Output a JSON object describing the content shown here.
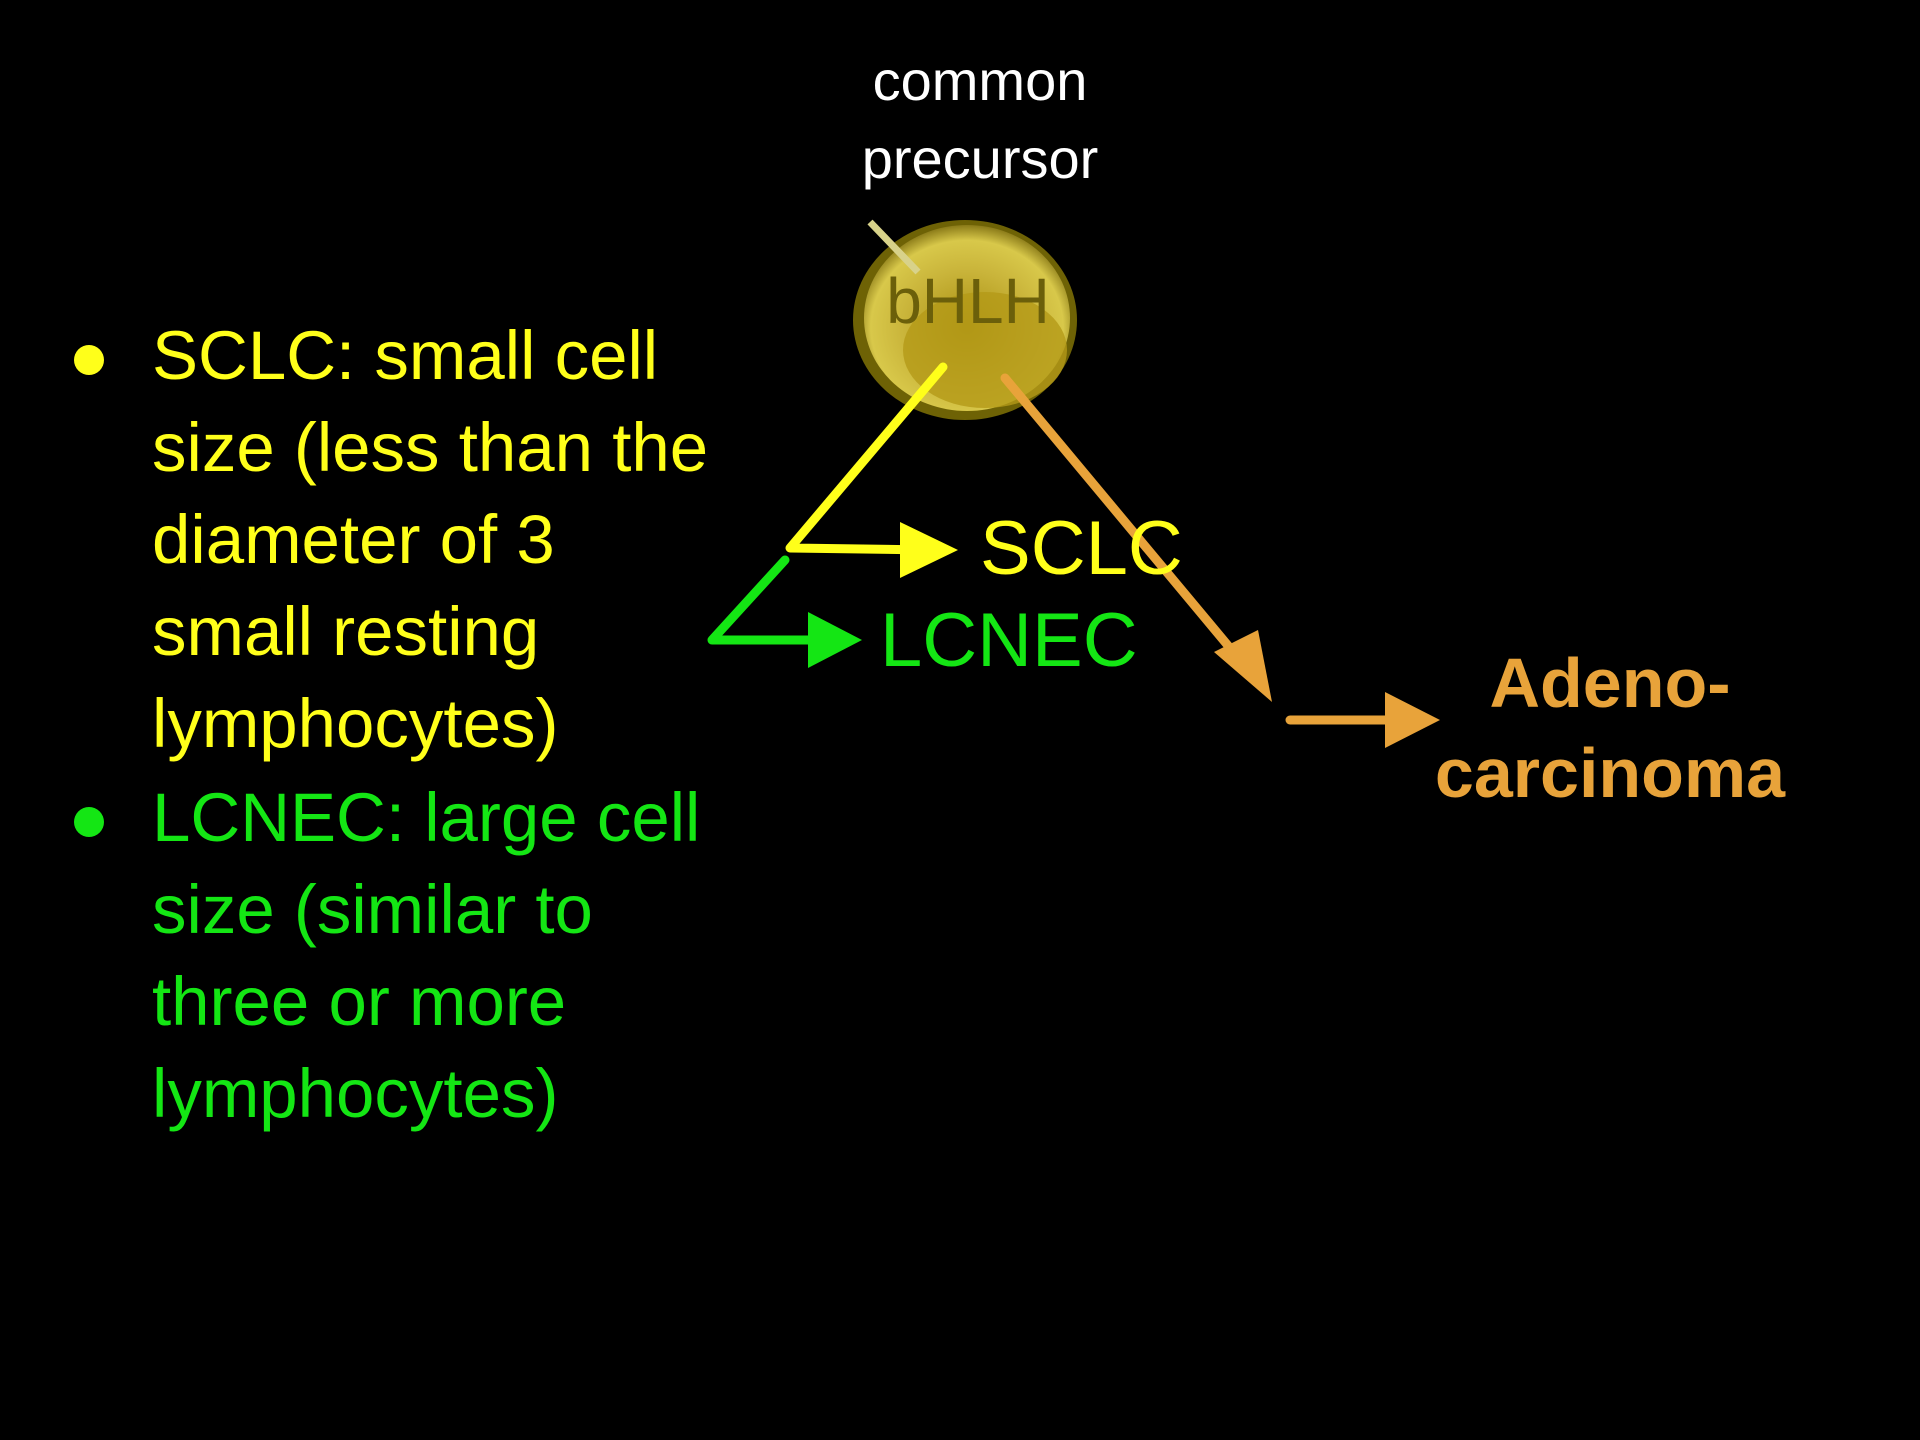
{
  "precursor": {
    "line1": "common",
    "line2": "precursor"
  },
  "cell": {
    "label": "bHLH"
  },
  "bullets": [
    {
      "label": "SCLC:  small cell size (less than the diameter of 3 small resting lymphocytes)",
      "color": "#ffff1a"
    },
    {
      "label": "LCNEC: large cell size (similar to three or more lymphocytes)",
      "color": "#14e614"
    }
  ],
  "outcomes": {
    "sclc": {
      "label": "SCLC",
      "color": "#ffff1a"
    },
    "lcnec": {
      "label": "LCNEC",
      "color": "#14e614"
    },
    "adeno": {
      "line1": "Adeno-",
      "line2": "carcinoma",
      "color": "#e8a33a"
    }
  }
}
